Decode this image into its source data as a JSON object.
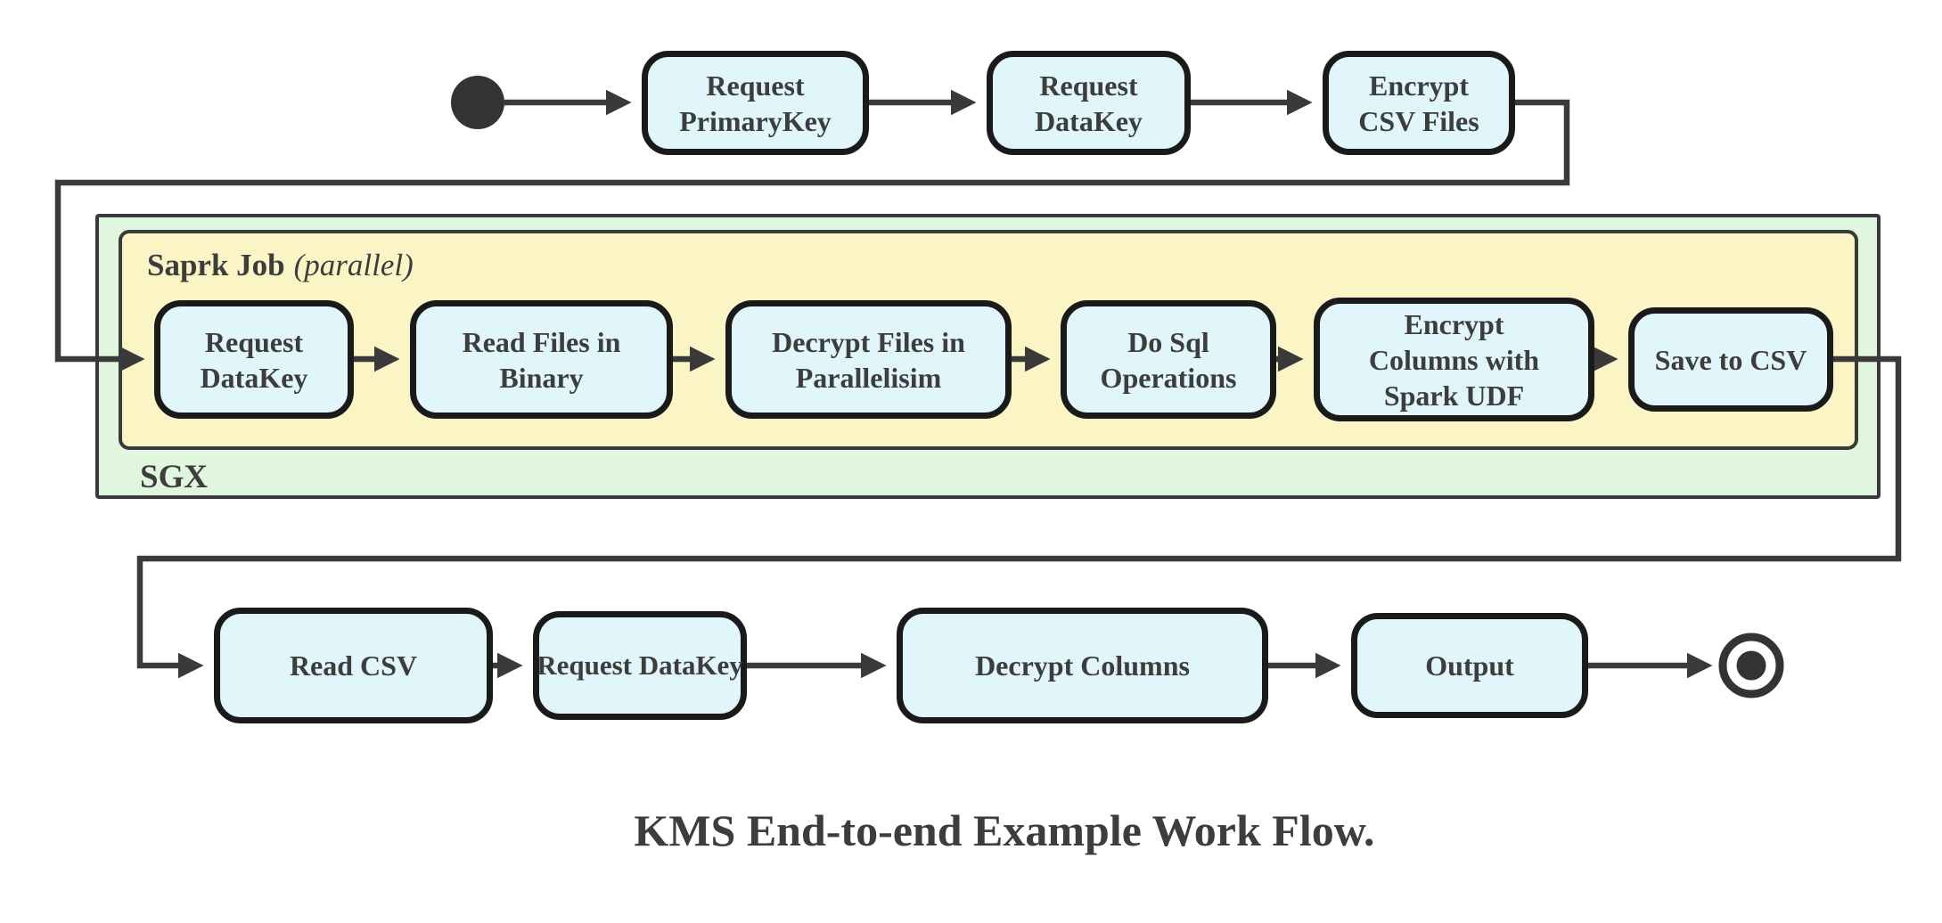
{
  "caption": "KMS End-to-end Example Work Flow.",
  "containers": {
    "sgx_label": "SGX",
    "spark_label": "Saprk Job",
    "spark_label_suffix": "(parallel)"
  },
  "nodes": {
    "top": [
      {
        "label": "Request\nPrimaryKey"
      },
      {
        "label": "Request\nDataKey"
      },
      {
        "label": "Encrypt\nCSV Files"
      }
    ],
    "middle": [
      {
        "label": "Request\nDataKey"
      },
      {
        "label": "Read Files in\nBinary"
      },
      {
        "label": "Decrypt Files in\nParallelisim"
      },
      {
        "label": "Do Sql\nOperations"
      },
      {
        "label": "Encrypt\nColumns with\nSpark UDF"
      },
      {
        "label": "Save to CSV"
      }
    ],
    "bottom": [
      {
        "label": "Read CSV"
      },
      {
        "label": "Request DataKey"
      },
      {
        "label": "Decrypt Columns"
      },
      {
        "label": "Output"
      }
    ]
  },
  "icons": {
    "start": "start-state-icon",
    "end": "end-state-icon"
  },
  "colors": {
    "bg": "#ffffff",
    "node_fill": "#e1f6fa",
    "node_border": "#1a1a1a",
    "sgx_fill": "#e1f6de",
    "spark_fill": "#fbf5c6",
    "container_border": "#3a3a3a",
    "line": "#3a3a3a",
    "text": "#3d3d3d"
  }
}
